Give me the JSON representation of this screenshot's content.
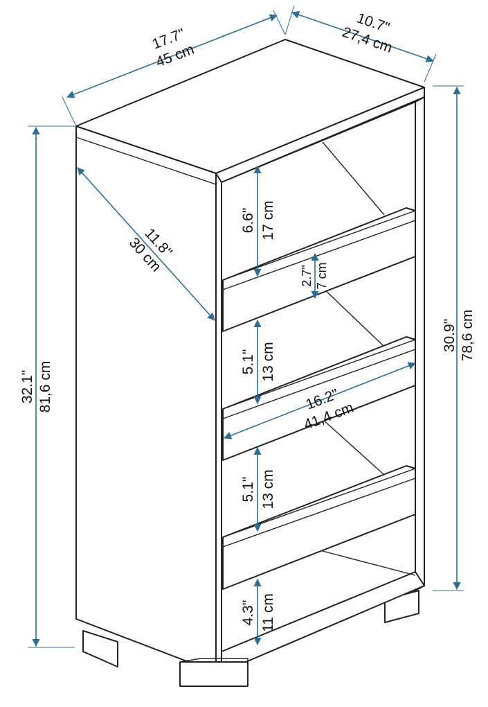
{
  "colors": {
    "outline": "#222222",
    "dimension": "#2a6f97",
    "background": "#ffffff"
  },
  "dimensions": {
    "width": {
      "in": "17.7\"",
      "cm": "45 cm"
    },
    "depth": {
      "in": "10.7\"",
      "cm": "27,4 cm"
    },
    "height": {
      "in": "32.1\"",
      "cm": "81,6 cm"
    },
    "inner_height": {
      "in": "30.9\"",
      "cm": "78,6 cm"
    },
    "shelf_depth": {
      "in": "11.8\"",
      "cm": "30 cm"
    },
    "inner_width": {
      "in": "16.2\"",
      "cm": "41,4 cm"
    },
    "gap_top": {
      "in": "6.6\"",
      "cm": "17 cm"
    },
    "lip": {
      "in": "2.7\"",
      "cm": "7 cm"
    },
    "gap_mid_1": {
      "in": "5.1\"",
      "cm": "13 cm"
    },
    "gap_mid_2": {
      "in": "5.1\"",
      "cm": "13 cm"
    },
    "gap_bottom": {
      "in": "4.3\"",
      "cm": "11 cm"
    }
  }
}
